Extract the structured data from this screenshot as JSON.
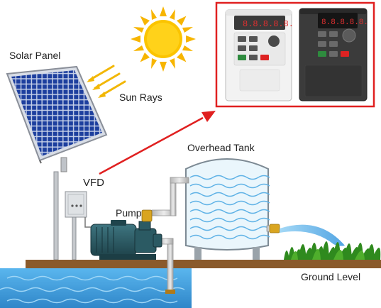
{
  "labels": {
    "solar_panel": "Solar Panel",
    "sun_rays": "Sun Rays",
    "overhead_tank": "Overhead Tank",
    "vfd": "VFD",
    "pump": "Pump",
    "ground_level": "Ground Level"
  },
  "vfd_display": {
    "unit_light": "8.8.8.8.8.",
    "unit_dark": "8.8.8.8.8."
  },
  "colors": {
    "highlight_box": "#e02020",
    "arrow": "#e02020",
    "sun": "#f7b500",
    "sun_rays": "#f2b705",
    "panel_cells": "#1d3f9e",
    "water": "#4aa8e6",
    "ground": "#8a5a2b",
    "pump_body": "#2f5d66",
    "pipe": "#c9c9c9",
    "grass": "#2f8a1e"
  },
  "icons": {
    "sun": "sun-icon",
    "vfd_unit": "vfd-unit-icon",
    "grass": "grass-icon"
  }
}
